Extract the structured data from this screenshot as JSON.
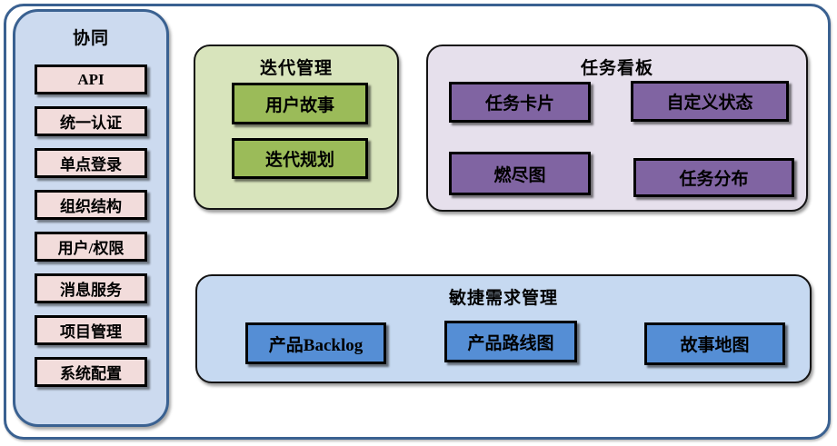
{
  "colors": {
    "outer_border": "#3a6191",
    "sidebar_fill": "#ccdaef",
    "sidebar_item_fill": "#f2dcdb",
    "iteration_panel_fill": "#d8e4bc",
    "iteration_item_fill": "#9bbb59",
    "taskboard_panel_fill": "#e6e0ec",
    "taskboard_item_fill": "#8064a2",
    "agile_panel_fill": "#c6d9f1",
    "agile_item_fill": "#558ed5",
    "box_border": "#000000",
    "text": "#000000"
  },
  "sidebar": {
    "title": "协同",
    "items": [
      {
        "label": "API"
      },
      {
        "label": "统一认证"
      },
      {
        "label": "单点登录"
      },
      {
        "label": "组织结构"
      },
      {
        "label": "用户/权限"
      },
      {
        "label": "消息服务"
      },
      {
        "label": "项目管理"
      },
      {
        "label": "系统配置"
      }
    ]
  },
  "panels": {
    "iteration": {
      "title": "迭代管理",
      "items": [
        {
          "label": "用户故事"
        },
        {
          "label": "迭代规划"
        }
      ]
    },
    "taskboard": {
      "title": "任务看板",
      "items": [
        {
          "label": "任务卡片"
        },
        {
          "label": "自定义状态"
        },
        {
          "label": "燃尽图"
        },
        {
          "label": "任务分布"
        }
      ]
    },
    "agile": {
      "title": "敏捷需求管理",
      "items": [
        {
          "label": "产品Backlog"
        },
        {
          "label": "产品路线图"
        },
        {
          "label": "故事地图"
        }
      ]
    }
  }
}
